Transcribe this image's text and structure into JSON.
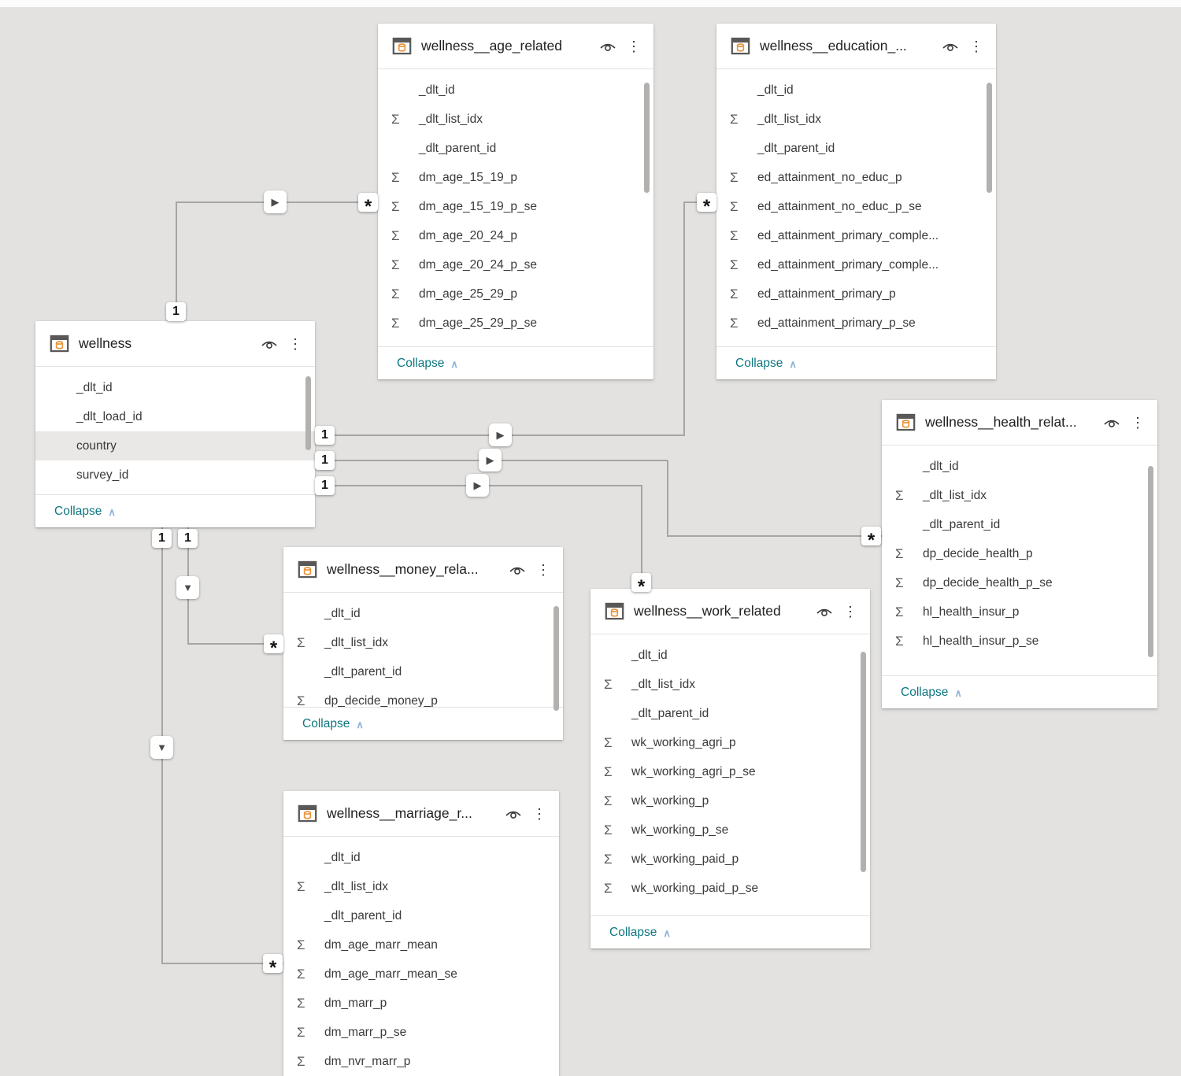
{
  "app": {
    "view": "Power BI model diagram"
  },
  "glyphs": {
    "sigma": "Σ",
    "ellipsis": "⋮",
    "collapse_chevron": "∧",
    "play": "▶",
    "down": "▼"
  },
  "tables": [
    {
      "title": "wellness",
      "collapse_label": "Collapse",
      "fields": [
        {
          "name": "_dlt_id",
          "sigma": false
        },
        {
          "name": "_dlt_load_id",
          "sigma": false
        },
        {
          "name": "country",
          "sigma": false,
          "highlight": true
        },
        {
          "name": "survey_id",
          "sigma": false
        }
      ]
    },
    {
      "title": "wellness__age_related",
      "collapse_label": "Collapse",
      "fields": [
        {
          "name": "_dlt_id",
          "sigma": false
        },
        {
          "name": "_dlt_list_idx",
          "sigma": true
        },
        {
          "name": "_dlt_parent_id",
          "sigma": false
        },
        {
          "name": "dm_age_15_19_p",
          "sigma": true
        },
        {
          "name": "dm_age_15_19_p_se",
          "sigma": true
        },
        {
          "name": "dm_age_20_24_p",
          "sigma": true
        },
        {
          "name": "dm_age_20_24_p_se",
          "sigma": true
        },
        {
          "name": "dm_age_25_29_p",
          "sigma": true
        },
        {
          "name": "dm_age_25_29_p_se",
          "sigma": true
        }
      ]
    },
    {
      "title": "wellness__education_...",
      "collapse_label": "Collapse",
      "fields": [
        {
          "name": "_dlt_id",
          "sigma": false
        },
        {
          "name": "_dlt_list_idx",
          "sigma": true
        },
        {
          "name": "_dlt_parent_id",
          "sigma": false
        },
        {
          "name": "ed_attainment_no_educ_p",
          "sigma": true
        },
        {
          "name": "ed_attainment_no_educ_p_se",
          "sigma": true
        },
        {
          "name": "ed_attainment_primary_comple...",
          "sigma": true
        },
        {
          "name": "ed_attainment_primary_comple...",
          "sigma": true
        },
        {
          "name": "ed_attainment_primary_p",
          "sigma": true
        },
        {
          "name": "ed_attainment_primary_p_se",
          "sigma": true
        }
      ]
    },
    {
      "title": "wellness__health_relat...",
      "collapse_label": "Collapse",
      "fields": [
        {
          "name": "_dlt_id",
          "sigma": false
        },
        {
          "name": "_dlt_list_idx",
          "sigma": true
        },
        {
          "name": "_dlt_parent_id",
          "sigma": false
        },
        {
          "name": "dp_decide_health_p",
          "sigma": true
        },
        {
          "name": "dp_decide_health_p_se",
          "sigma": true
        },
        {
          "name": "hl_health_insur_p",
          "sigma": true
        },
        {
          "name": "hl_health_insur_p_se",
          "sigma": true
        }
      ]
    },
    {
      "title": "wellness__money_rela...",
      "collapse_label": "Collapse",
      "fields": [
        {
          "name": "_dlt_id",
          "sigma": false
        },
        {
          "name": "_dlt_list_idx",
          "sigma": true
        },
        {
          "name": "_dlt_parent_id",
          "sigma": false
        },
        {
          "name": "dp_decide_money_p",
          "sigma": true
        }
      ]
    },
    {
      "title": "wellness__work_related",
      "collapse_label": "Collapse",
      "fields": [
        {
          "name": "_dlt_id",
          "sigma": false
        },
        {
          "name": "_dlt_list_idx",
          "sigma": true
        },
        {
          "name": "_dlt_parent_id",
          "sigma": false
        },
        {
          "name": "wk_working_agri_p",
          "sigma": true
        },
        {
          "name": "wk_working_agri_p_se",
          "sigma": true
        },
        {
          "name": "wk_working_p",
          "sigma": true
        },
        {
          "name": "wk_working_p_se",
          "sigma": true
        },
        {
          "name": "wk_working_paid_p",
          "sigma": true
        },
        {
          "name": "wk_working_paid_p_se",
          "sigma": true
        }
      ]
    },
    {
      "title": "wellness__marriage_r...",
      "collapse_label": "Collapse",
      "fields": [
        {
          "name": "_dlt_id",
          "sigma": false
        },
        {
          "name": "_dlt_list_idx",
          "sigma": true
        },
        {
          "name": "_dlt_parent_id",
          "sigma": false
        },
        {
          "name": "dm_age_marr_mean",
          "sigma": true
        },
        {
          "name": "dm_age_marr_mean_se",
          "sigma": true
        },
        {
          "name": "dm_marr_p",
          "sigma": true
        },
        {
          "name": "dm_marr_p_se",
          "sigma": true
        },
        {
          "name": "dm_nvr_marr_p",
          "sigma": true
        }
      ]
    }
  ],
  "relationships": [
    {
      "from": "wellness",
      "from_cardinality": "1",
      "to": "wellness__age_related",
      "to_cardinality": "*"
    },
    {
      "from": "wellness",
      "from_cardinality": "1",
      "to": "wellness__education_...",
      "to_cardinality": "*"
    },
    {
      "from": "wellness",
      "from_cardinality": "1",
      "to": "wellness__health_relat...",
      "to_cardinality": "*"
    },
    {
      "from": "wellness",
      "from_cardinality": "1",
      "to": "wellness__work_related",
      "to_cardinality": "*"
    },
    {
      "from": "wellness",
      "from_cardinality": "1",
      "to": "wellness__money_rela...",
      "to_cardinality": "*"
    },
    {
      "from": "wellness",
      "from_cardinality": "1",
      "to": "wellness__marriage_r...",
      "to_cardinality": "*"
    }
  ]
}
